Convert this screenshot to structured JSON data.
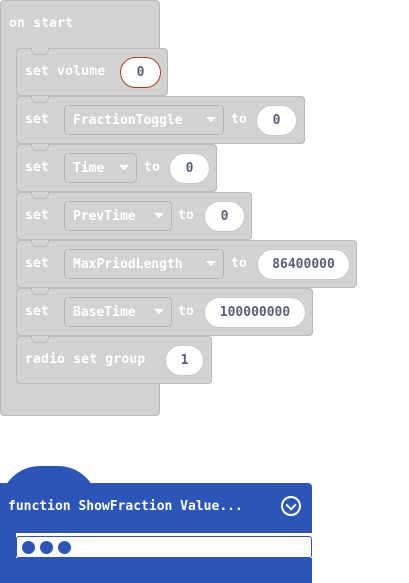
{
  "hat": {
    "label": "on start"
  },
  "blocks": {
    "volume": {
      "keyword": "set volume",
      "value": "0"
    },
    "fraction": {
      "keyword": "set",
      "variable": "FractionToggle",
      "to": "to",
      "value": "0"
    },
    "time": {
      "keyword": "set",
      "variable": "Time",
      "to": "to",
      "value": "0"
    },
    "prevtime": {
      "keyword": "set",
      "variable": "PrevTime",
      "to": "to",
      "value": "0"
    },
    "maxperiod": {
      "keyword": "set",
      "variable": "MaxPriodLength",
      "to": "to",
      "value": "86400000"
    },
    "basetime": {
      "keyword": "set",
      "variable": "BaseTime",
      "to": "to",
      "value": "100000000"
    },
    "radio": {
      "keyword": "radio set group",
      "value": "1"
    }
  },
  "function_block": {
    "label": "function ShowFraction Value...",
    "toggle_icon": "chevron-down-circle-icon"
  },
  "colors": {
    "block_gray": "#d2d2d2",
    "function_blue": "#2d55b8",
    "active_outline": "#b33a20"
  }
}
